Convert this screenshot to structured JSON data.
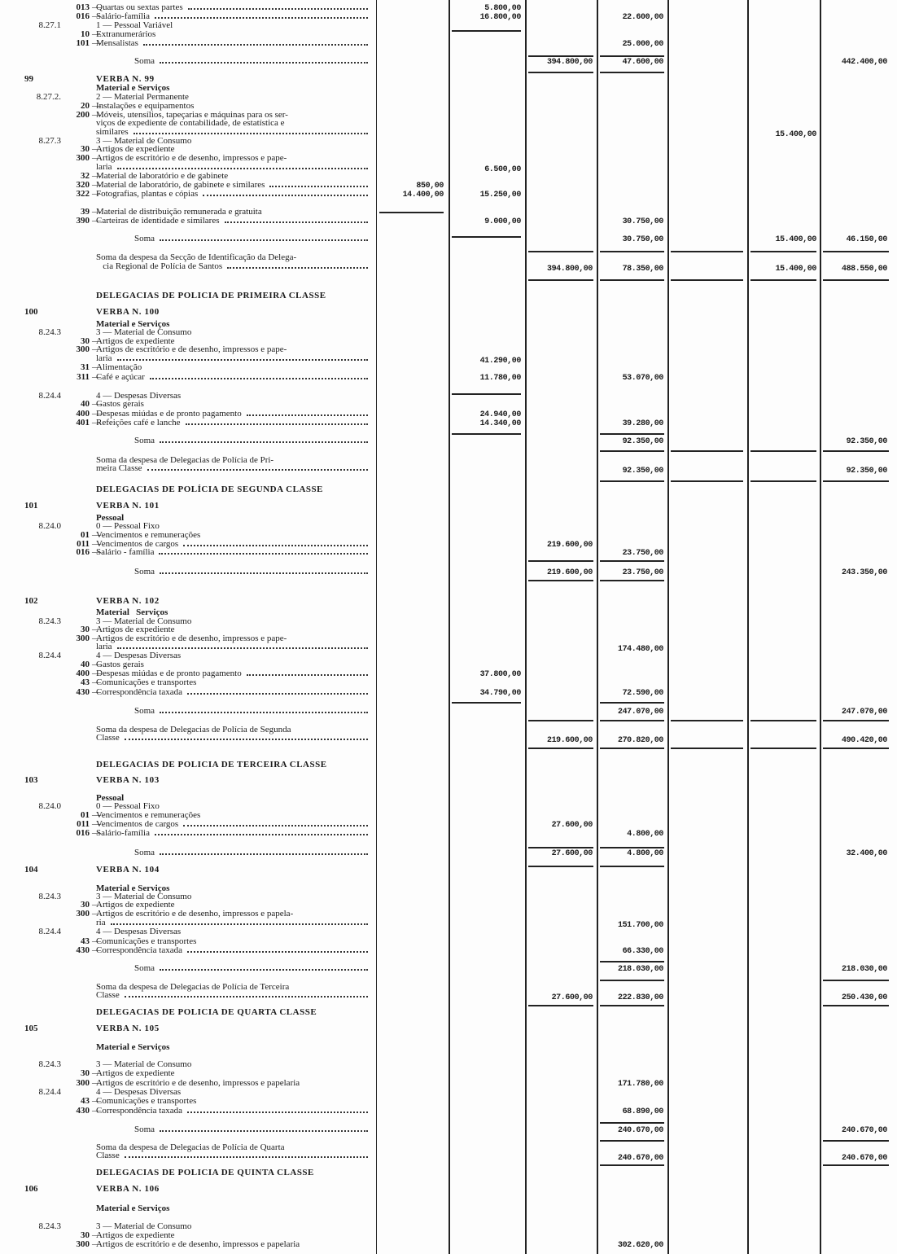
{
  "columns": [
    "a",
    "b",
    "c",
    "d",
    "e",
    "f",
    "g"
  ],
  "rows": [
    {
      "kind": "line",
      "code": "013",
      "text": "Quartas ou sextas partes",
      "dots": true,
      "amounts": {
        "b": "5.800,00"
      }
    },
    {
      "kind": "line",
      "code": "016",
      "text": "Salário-família",
      "dots": true,
      "amounts": {
        "b": "16.800,00",
        "d": "22.600,00"
      }
    },
    {
      "kind": "line",
      "sub": "8.27.1",
      "text": "1 — Pessoal Variável"
    },
    {
      "kind": "line",
      "code": "10",
      "text": "Extranumerários"
    },
    {
      "kind": "line",
      "code": "101",
      "text": "Mensalistas",
      "dots": true,
      "amounts": {
        "d": "25.000,00"
      }
    },
    {
      "kind": "soma",
      "text": "Soma",
      "dots": true,
      "amounts": {
        "c": "394.800,00",
        "d": "47.600,00",
        "g": "442.400,00"
      }
    },
    {
      "kind": "verba",
      "verba": "99",
      "text": "VERBA N. 99"
    },
    {
      "kind": "group",
      "text": "Material e Serviços"
    },
    {
      "kind": "line",
      "sub": "8.27.2.",
      "text": "2 — Material Permanente"
    },
    {
      "kind": "line",
      "code": "20",
      "text": "Instalações e equipamentos"
    },
    {
      "kind": "line",
      "code": "200",
      "text": "Móveis, utensílios, tapeçarias e máquinas para os ser-"
    },
    {
      "kind": "cont",
      "text": "viços de expediente de contabilidade, de estatística e"
    },
    {
      "kind": "cont",
      "text": "similares",
      "dots": true,
      "amounts": {
        "f": "15.400,00"
      }
    },
    {
      "kind": "line",
      "sub": "8.27.3",
      "text": "3 — Material de Consumo"
    },
    {
      "kind": "line",
      "code": "30",
      "text": "Artigos de expediente"
    },
    {
      "kind": "line",
      "code": "300",
      "text": "Artigos de escritório e de desenho, impressos e pape-"
    },
    {
      "kind": "cont",
      "text": "laria",
      "dots": true,
      "amounts": {
        "b": "6.500,00"
      }
    },
    {
      "kind": "line",
      "code": "32",
      "text": "Material de laboratório e de gabinete"
    },
    {
      "kind": "line",
      "code": "320",
      "text": "Material de laboratório, de gabinete e similares",
      "dots": true,
      "amounts": {
        "a": "850,00"
      }
    },
    {
      "kind": "line",
      "code": "322",
      "text": "Fotografias, plantas e cópias",
      "dots": true,
      "amounts": {
        "a": "14.400,00",
        "b": "15.250,00"
      }
    },
    {
      "kind": "line",
      "code": "39",
      "text": "Material de distribuição remunerada e gratuita"
    },
    {
      "kind": "line",
      "code": "390",
      "text": "Carteiras de identidade e similares",
      "dots": true,
      "amounts": {
        "b": "9.000,00",
        "d": "30.750,00"
      }
    },
    {
      "kind": "soma",
      "text": "Soma",
      "dots": true,
      "amounts": {
        "d": "30.750,00",
        "f": "15.400,00",
        "g": "46.150,00"
      }
    },
    {
      "kind": "total",
      "text": "Soma da despesa da Secção de Identificação da Delega-"
    },
    {
      "kind": "total",
      "text": "   cia Regional de Polícia de Santos",
      "dots": true,
      "amounts": {
        "c": "394.800,00",
        "d": "78.350,00",
        "f": "15.400,00",
        "g": "488.550,00"
      }
    },
    {
      "kind": "heading",
      "text": "DELEGACIAS DE POLICIA DE PRIMEIRA CLASSE"
    },
    {
      "kind": "verba",
      "verba": "100",
      "text": "VERBA N. 100"
    },
    {
      "kind": "group",
      "text": "Material e Serviços"
    },
    {
      "kind": "line",
      "sub": "8.24.3",
      "text": "3 — Material de Consumo"
    },
    {
      "kind": "line",
      "code": "30",
      "text": "Artigos de expediente"
    },
    {
      "kind": "line",
      "code": "300",
      "text": "Artigos de escritório e de desenho, impressos e pape-"
    },
    {
      "kind": "cont",
      "text": "laria",
      "dots": true,
      "amounts": {
        "b": "41.290,00"
      }
    },
    {
      "kind": "line",
      "code": "31",
      "text": "Alimentação"
    },
    {
      "kind": "line",
      "code": "311",
      "text": "Café e açúcar",
      "dots": true,
      "amounts": {
        "b": "11.780,00",
        "d": "53.070,00"
      }
    },
    {
      "kind": "line",
      "sub": "8.24.4",
      "text": "4 — Despesas Diversas"
    },
    {
      "kind": "line",
      "code": "40",
      "text": "Gastos gerais"
    },
    {
      "kind": "line",
      "code": "400",
      "text": "Despesas miúdas e de pronto pagamento",
      "dots": true,
      "amounts": {
        "b": "24.940,00"
      }
    },
    {
      "kind": "line",
      "code": "401",
      "text": "Refeições café e lanche",
      "dots": true,
      "amounts": {
        "b": "14.340,00",
        "d": "39.280,00"
      }
    },
    {
      "kind": "soma",
      "text": "Soma",
      "dots": true,
      "amounts": {
        "d": "92.350,00",
        "g": "92.350,00"
      }
    },
    {
      "kind": "total",
      "text": "Soma da despesa de Delegacias de Polícia de Pri-"
    },
    {
      "kind": "total",
      "text": "meira Classe",
      "dots": true,
      "amounts": {
        "d": "92.350,00",
        "g": "92.350,00"
      }
    },
    {
      "kind": "heading",
      "text": "DELEGACIAS DE POLÍCIA DE SEGUNDA CLASSE"
    },
    {
      "kind": "verba",
      "verba": "101",
      "text": "VERBA N. 101"
    },
    {
      "kind": "group",
      "text": "Pessoal"
    },
    {
      "kind": "line",
      "sub": "8.24.0",
      "text": "0 — Pessoal Fixo"
    },
    {
      "kind": "line",
      "code": "01",
      "text": "Vencimentos e remunerações"
    },
    {
      "kind": "line",
      "code": "011",
      "text": "Vencimentos de cargos",
      "dots": true,
      "amounts": {
        "c": "219.600,00"
      }
    },
    {
      "kind": "line",
      "code": "016",
      "text": "Salário - família",
      "dots": true,
      "amounts": {
        "d": "23.750,00"
      }
    },
    {
      "kind": "soma",
      "text": "Soma",
      "dots": true,
      "amounts": {
        "c": "219.600,00",
        "d": "23.750,00",
        "g": "243.350,00"
      }
    },
    {
      "kind": "verba",
      "verba": "102",
      "text": "VERBA N. 102"
    },
    {
      "kind": "group",
      "text": "Material   Serviços"
    },
    {
      "kind": "line",
      "sub": "8.24.3",
      "text": "3 — Material de Consumo"
    },
    {
      "kind": "line",
      "code": "30",
      "text": "Artigos de expediente"
    },
    {
      "kind": "line",
      "code": "300",
      "text": "Artigos de escritório e de desenho, impressos e pape-"
    },
    {
      "kind": "cont",
      "text": "laria",
      "dots": true,
      "amounts": {
        "d": "174.480,00"
      }
    },
    {
      "kind": "line",
      "sub": "8.24.4",
      "text": "4 — Despesas Diversas"
    },
    {
      "kind": "line",
      "code": "40",
      "text": "Gastos gerais"
    },
    {
      "kind": "line",
      "code": "400",
      "text": "Despesas miúdas e de pronto pagamento",
      "dots": true,
      "amounts": {
        "b": "37.800,00"
      }
    },
    {
      "kind": "line",
      "code": "43",
      "text": "Comunicações e transportes"
    },
    {
      "kind": "line",
      "code": "430",
      "text": "Correspondência taxada",
      "dots": true,
      "amounts": {
        "b": "34.790,00",
        "d": "72.590,00"
      }
    },
    {
      "kind": "soma",
      "text": "Soma",
      "dots": true,
      "amounts": {
        "d": "247.070,00",
        "g": "247.070,00"
      }
    },
    {
      "kind": "total",
      "text": "Soma da despesa de Delegacias de Polícia de Segunda"
    },
    {
      "kind": "total",
      "text": "Classe",
      "dots": true,
      "amounts": {
        "c": "219.600,00",
        "d": "270.820,00",
        "g": "490.420,00"
      }
    },
    {
      "kind": "heading",
      "text": "DELEGACIAS DE POLICIA DE TERCEIRA CLASSE"
    },
    {
      "kind": "verba",
      "verba": "103",
      "text": "VERBA N. 103"
    },
    {
      "kind": "group",
      "text": "Pessoal"
    },
    {
      "kind": "line",
      "sub": "8.24.0",
      "text": "0 — Pessoal Fixo"
    },
    {
      "kind": "line",
      "code": "01",
      "text": "Vencimentos e remunerações"
    },
    {
      "kind": "line",
      "code": "011",
      "text": "Vencimentos de cargos",
      "dots": true,
      "amounts": {
        "c": "27.600,00"
      }
    },
    {
      "kind": "line",
      "code": "016",
      "text": "Salário-família",
      "dots": true,
      "amounts": {
        "d": "4.800,00"
      }
    },
    {
      "kind": "soma",
      "text": "Soma",
      "dots": true,
      "amounts": {
        "c": "27.600,00",
        "d": "4.800,00",
        "g": "32.400,00"
      }
    },
    {
      "kind": "verba",
      "verba": "104",
      "text": "VERBA N. 104"
    },
    {
      "kind": "group",
      "text": "Material e Serviços"
    },
    {
      "kind": "line",
      "sub": "8.24.3",
      "text": "3 — Material de Consumo"
    },
    {
      "kind": "line",
      "code": "30",
      "text": "Artigos de expediente"
    },
    {
      "kind": "line",
      "code": "300",
      "text": "Artigos de escritório e de desenho, impressos e papela-"
    },
    {
      "kind": "cont",
      "text": "ria",
      "dots": true,
      "amounts": {
        "d": "151.700,00"
      }
    },
    {
      "kind": "line",
      "sub": "8.24.4",
      "text": "4 — Despesas Diversas"
    },
    {
      "kind": "line",
      "code": "43",
      "text": "Comunicações e transportes"
    },
    {
      "kind": "line",
      "code": "430",
      "text": "Correspondência taxada",
      "dots": true,
      "amounts": {
        "d": "66.330,00"
      }
    },
    {
      "kind": "soma",
      "text": "Soma",
      "dots": true,
      "amounts": {
        "d": "218.030,00",
        "g": "218.030,00"
      }
    },
    {
      "kind": "total",
      "text": "Soma da despesa de Delegacias de Polícia de Terceira"
    },
    {
      "kind": "total",
      "text": "Classe",
      "dots": true,
      "amounts": {
        "c": "27.600,00",
        "d": "222.830,00",
        "g": "250.430,00"
      }
    },
    {
      "kind": "heading",
      "text": "DELEGACIAS DE POLICIA DE QUARTA CLASSE"
    },
    {
      "kind": "verba",
      "verba": "105",
      "text": "VERBA N. 105"
    },
    {
      "kind": "group",
      "text": "Material e Serviços"
    },
    {
      "kind": "line",
      "sub": "8.24.3",
      "text": "3 — Material de Consumo"
    },
    {
      "kind": "line",
      "code": "30",
      "text": "Artigos de expediente"
    },
    {
      "kind": "line",
      "code": "300",
      "text": "Artigos de escritório e de desenho, impressos e papelaria",
      "amounts": {
        "d": "171.780,00"
      }
    },
    {
      "kind": "line",
      "sub": "8.24.4",
      "text": "4 — Despesas Diversas"
    },
    {
      "kind": "line",
      "code": "43",
      "text": "Comunicações e transportes"
    },
    {
      "kind": "line",
      "code": "430",
      "text": "Correspondência taxada",
      "dots": true,
      "amounts": {
        "d": "68.890,00"
      }
    },
    {
      "kind": "soma",
      "text": "Soma",
      "dots": true,
      "amounts": {
        "d": "240.670,00",
        "g": "240.670,00"
      }
    },
    {
      "kind": "total",
      "text": "Soma da despesa de Delegacias de Polícia de Quarta"
    },
    {
      "kind": "total",
      "text": "Classe",
      "dots": true,
      "amounts": {
        "d": "240.670,00",
        "g": "240.670,00"
      }
    },
    {
      "kind": "heading",
      "text": "DELEGACIAS DE POLICIA DE QUINTA CLASSE"
    },
    {
      "kind": "verba",
      "verba": "106",
      "text": "VERBA N. 106"
    },
    {
      "kind": "group",
      "text": "Material e Serviços"
    },
    {
      "kind": "line",
      "sub": "8.24.3",
      "text": "3 — Material de Consumo"
    },
    {
      "kind": "line",
      "code": "30",
      "text": "Artigos de expediente"
    },
    {
      "kind": "line",
      "code": "300",
      "text": "Artigos de escritório e de desenho, impressos e papelaria",
      "amounts": {
        "d": "302.620,00"
      }
    }
  ]
}
